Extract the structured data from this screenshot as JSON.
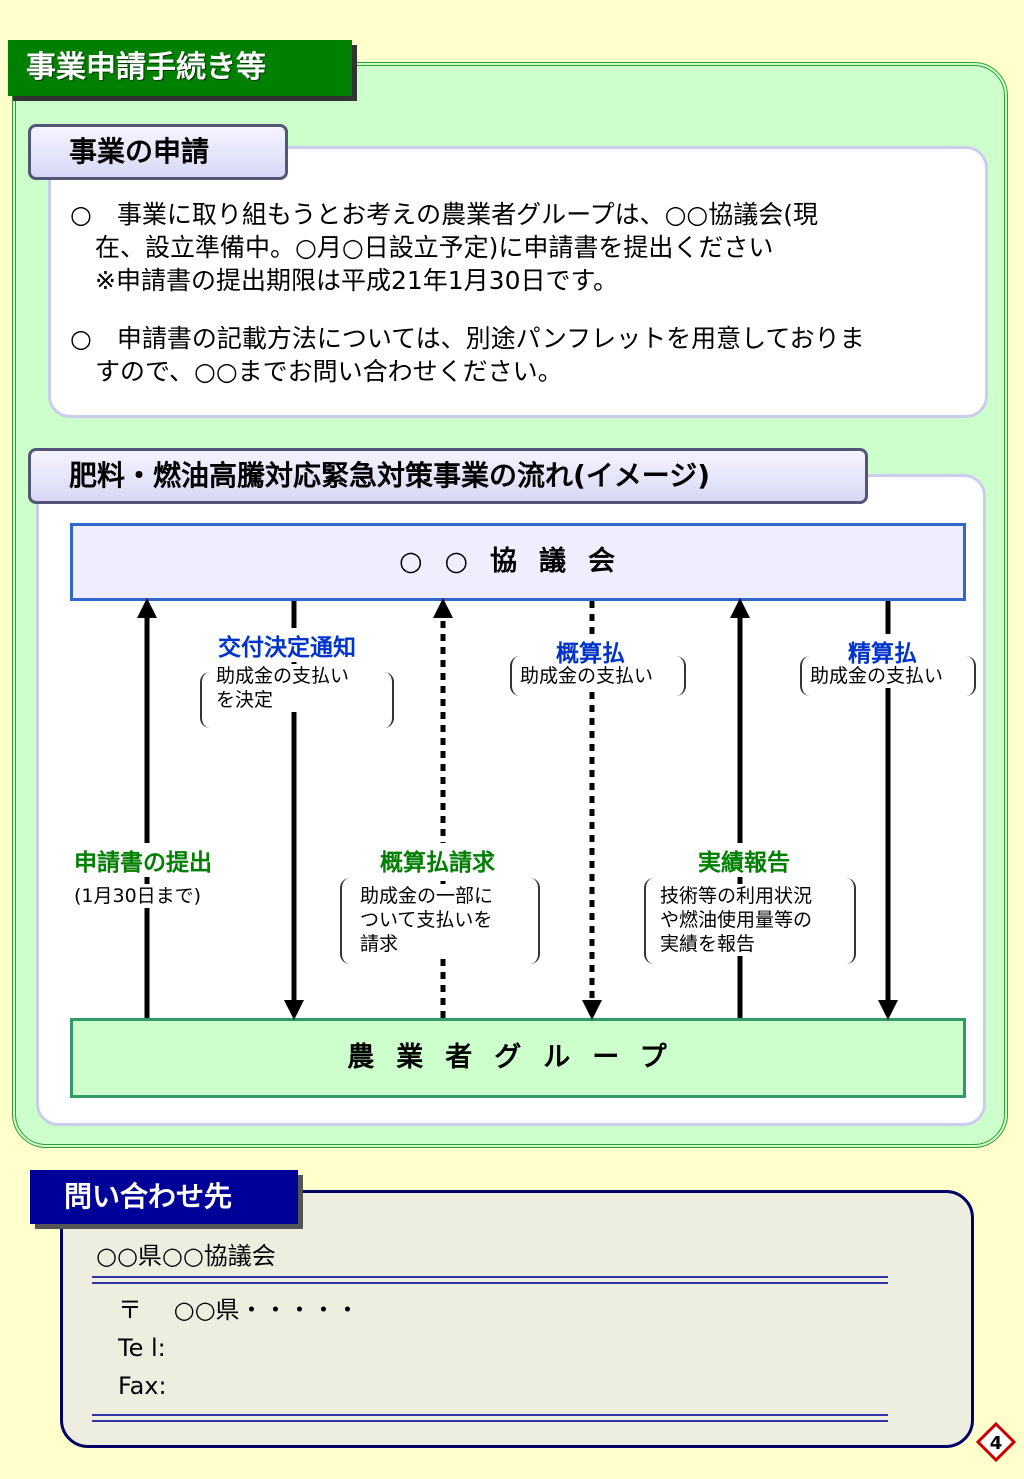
{
  "section_title": "事業申請手続き等",
  "application": {
    "tab": "事業の申請",
    "para1": "○　事業に取り組もうとお考えの農業者グループは、○○協議会(現\n　在、設立準備中。○月○日設立予定)に申請書を提出ください\n　※申請書の提出期限は平成21年1月30日です。",
    "para2": "○　申請書の記載方法については、別途パンフレットを用意しておりま\n　すので、○○までお問い合わせください。"
  },
  "flow": {
    "tab": "肥料・燃油高騰対応緊急対策事業の流れ(イメージ)",
    "top_node": "○○協議会",
    "bottom_node": "農業者グループ",
    "down_labels": [
      {
        "title": "交付決定通知",
        "note": "助成金の支払い\nを決定"
      },
      {
        "title": "概算払",
        "note": "助成金の支払い"
      },
      {
        "title": "精算払",
        "note": "助成金の支払い"
      }
    ],
    "up_labels": [
      {
        "title": "申請書の提出",
        "note": "(1月30日まで)"
      },
      {
        "title": "概算払請求",
        "note": "助成金の一部に\nついて支払いを\n請求"
      },
      {
        "title": "実績報告",
        "note": "技術等の利用状況\nや燃油使用量等の\n実績を報告"
      }
    ]
  },
  "contact": {
    "tab": "問い合わせ先",
    "org": "○○県○○協議会",
    "address": "〒　 ○○県・・・・・",
    "tel": "Te l:",
    "fax": "Fax:"
  },
  "page_number": "4",
  "colors": {
    "background": "#ffffcc",
    "outer_panel": "#ccffcc",
    "section_title_bg": "#008000",
    "contact_tab_bg": "#000099",
    "blue_label": "#0033cc",
    "green_label": "#008000"
  }
}
